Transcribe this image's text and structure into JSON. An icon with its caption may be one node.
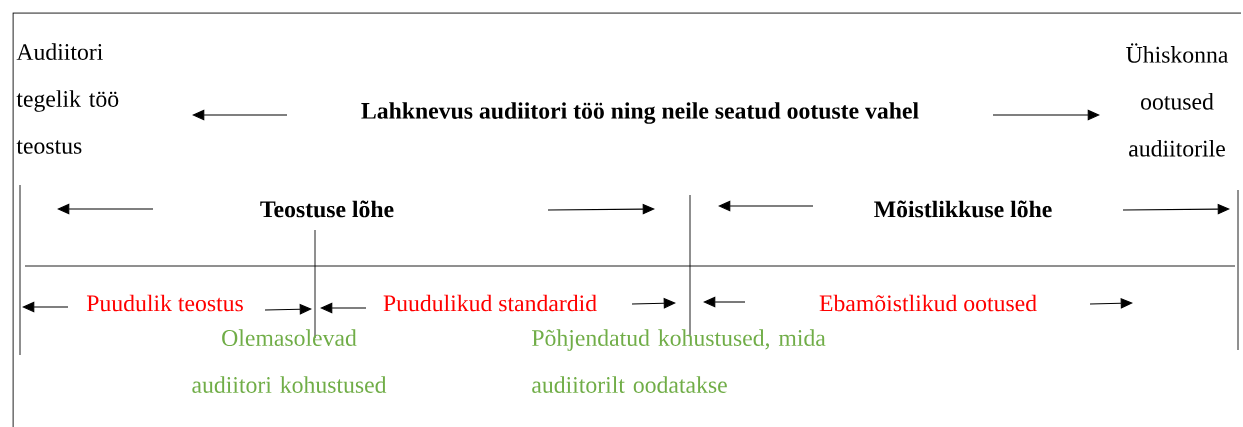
{
  "diagram": {
    "labels": [
      "Audiitori tegelik töö teostus",
      "Lahknevus audiitori töö ning neile seatud ootuste vahel",
      "Ühiskonna ootused audiitorile",
      "Teostuse lõhe",
      "Mõistlikkuse lõhe",
      "Puudulik teostus",
      "Puudulikud standardid",
      "Ebamõistlikud ootused",
      "Olemasolevad audiitori kohustused",
      "Põhjendatud kohustused, mida audiitorilt oodatakse"
    ]
  }
}
